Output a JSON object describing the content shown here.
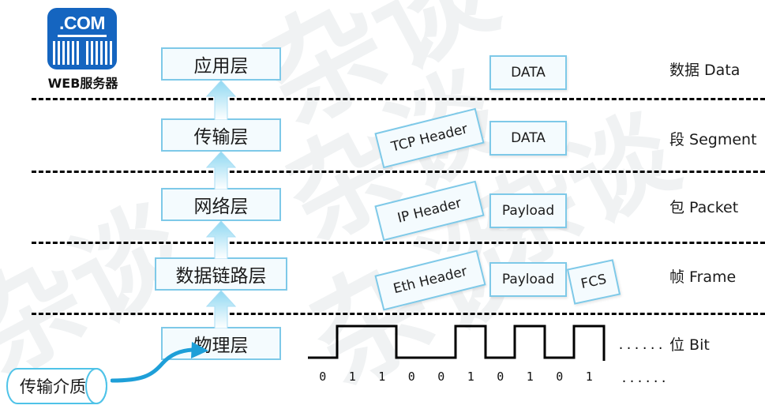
{
  "diagram": {
    "title_watermark": "杂谈",
    "server": {
      "icon_text": ".COM",
      "icon_name": "dotcom-server-icon",
      "label": "WEB服务器",
      "icon_color": "#1565c0",
      "bar_count_left": 6,
      "bar_count_right": 6
    },
    "layers": [
      {
        "name": "应用层",
        "right_label": "数据 Data"
      },
      {
        "name": "传输层",
        "right_label": "段 Segment"
      },
      {
        "name": "网络层",
        "right_label": "包 Packet"
      },
      {
        "name": "数据链路层",
        "right_label": "帧 Frame"
      },
      {
        "name": "物理层",
        "right_label": "位 Bit"
      }
    ],
    "pdus": {
      "application": [
        {
          "text": "DATA",
          "tilted": false
        }
      ],
      "transport": [
        {
          "text": "TCP Header",
          "tilted": true
        },
        {
          "text": "DATA",
          "tilted": false
        }
      ],
      "network": [
        {
          "text": "IP Header",
          "tilted": true
        },
        {
          "text": "Payload",
          "tilted": false
        }
      ],
      "datalink": [
        {
          "text": "Eth Header",
          "tilted": true
        },
        {
          "text": "Payload",
          "tilted": false
        },
        {
          "text": "FCS",
          "tilted": true
        }
      ]
    },
    "physical": {
      "bits": [
        "0",
        "1",
        "1",
        "0",
        "0",
        "1",
        "0",
        "1",
        "0",
        "1"
      ],
      "wave_ellipsis": "......",
      "bits_ellipsis": "......"
    },
    "medium": {
      "label": "传输介质",
      "arrow_name": "curved-arrow-to-physical-layer"
    },
    "colors": {
      "box_border": "#7ec9e8",
      "box_fill": "#f4fbfe",
      "arrow": "#8fd8f2",
      "accent_blue": "#1e9fd8",
      "server_blue": "#1565c0",
      "separator": "#000000"
    }
  }
}
